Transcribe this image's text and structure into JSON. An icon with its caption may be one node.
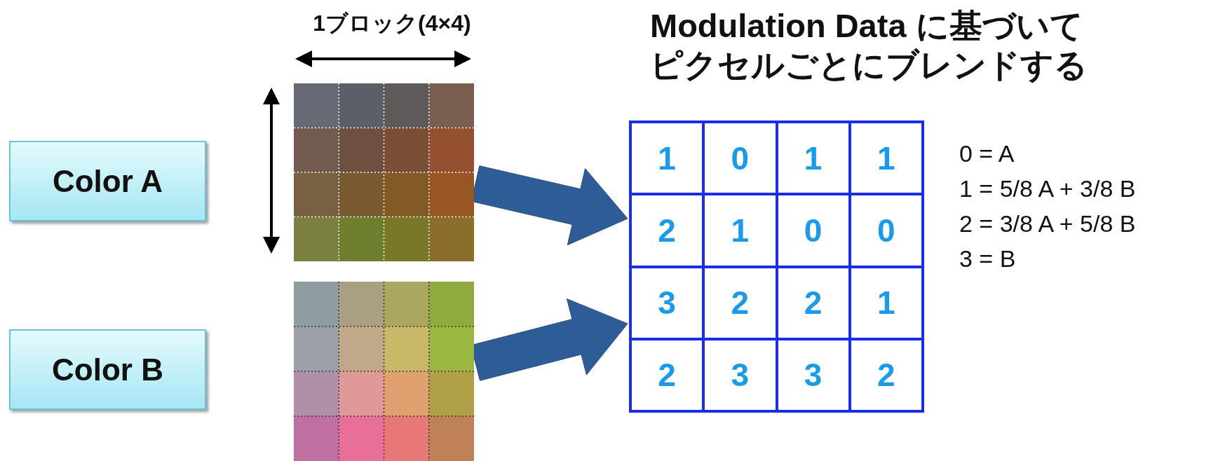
{
  "diagram": {
    "nodes": [
      {
        "text": [
          "Color A"
        ]
      },
      {
        "text": [
          "Color B"
        ]
      },
      {
        "text": [],
        "shape": "grid"
      },
      {
        "text": [],
        "shape": "grid"
      },
      {
        "text": [
          "Modulation Data に基づいてピクセルごとにブレンドする"
        ]
      }
    ],
    "edges": [
      {
        "from": 2,
        "to": 4,
        "arrow": "to",
        "style": "thick"
      },
      {
        "from": 3,
        "to": 4,
        "arrow": "to",
        "style": "thick"
      }
    ],
    "labels": [
      "1ブロック(4×4)",
      "1",
      "0",
      "1",
      "1",
      "2",
      "1",
      "0",
      "0",
      "3",
      "2",
      "2",
      "1",
      "2",
      "3",
      "3",
      "2",
      "0 = A",
      "1 = 5/8 A + 3/8 B",
      "2 = 3/8 A + 5/8 B",
      "3 = B"
    ]
  }
}
